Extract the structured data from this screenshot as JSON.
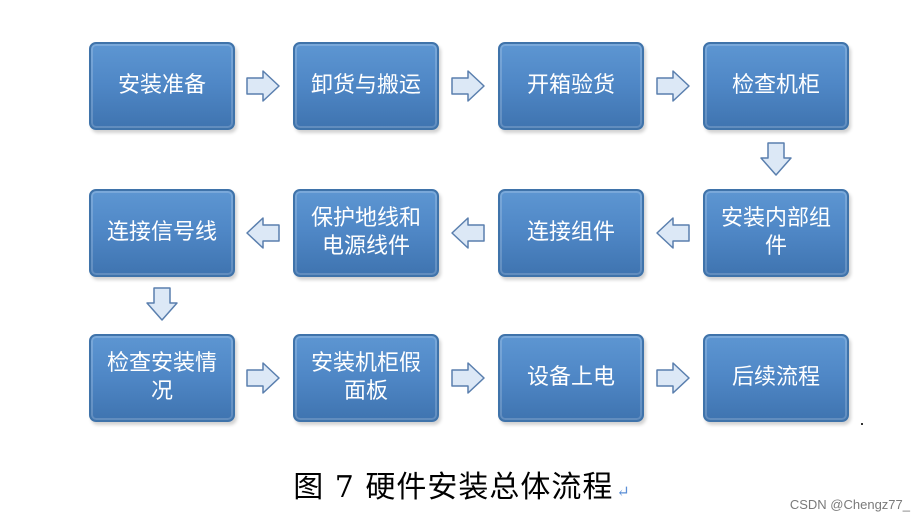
{
  "flowchart": {
    "steps": [
      "安装准备",
      "卸货与搬运",
      "开箱验货",
      "检查机柜",
      "安装内部组件",
      "连接组件",
      "保护地线和电源线件",
      "连接信号线",
      "检查安装情况",
      "安装机柜假面板",
      "设备上电",
      "后续流程"
    ],
    "colors": {
      "box_fill": "#4f87c6",
      "box_border": "#3f73aa",
      "arrow_fill": "#dce8f6",
      "arrow_stroke": "#5a7fae"
    }
  },
  "caption": {
    "text": "图 7  硬件安装总体流程",
    "return_mark": "↵"
  },
  "watermark": "CSDN @Chengz77_"
}
